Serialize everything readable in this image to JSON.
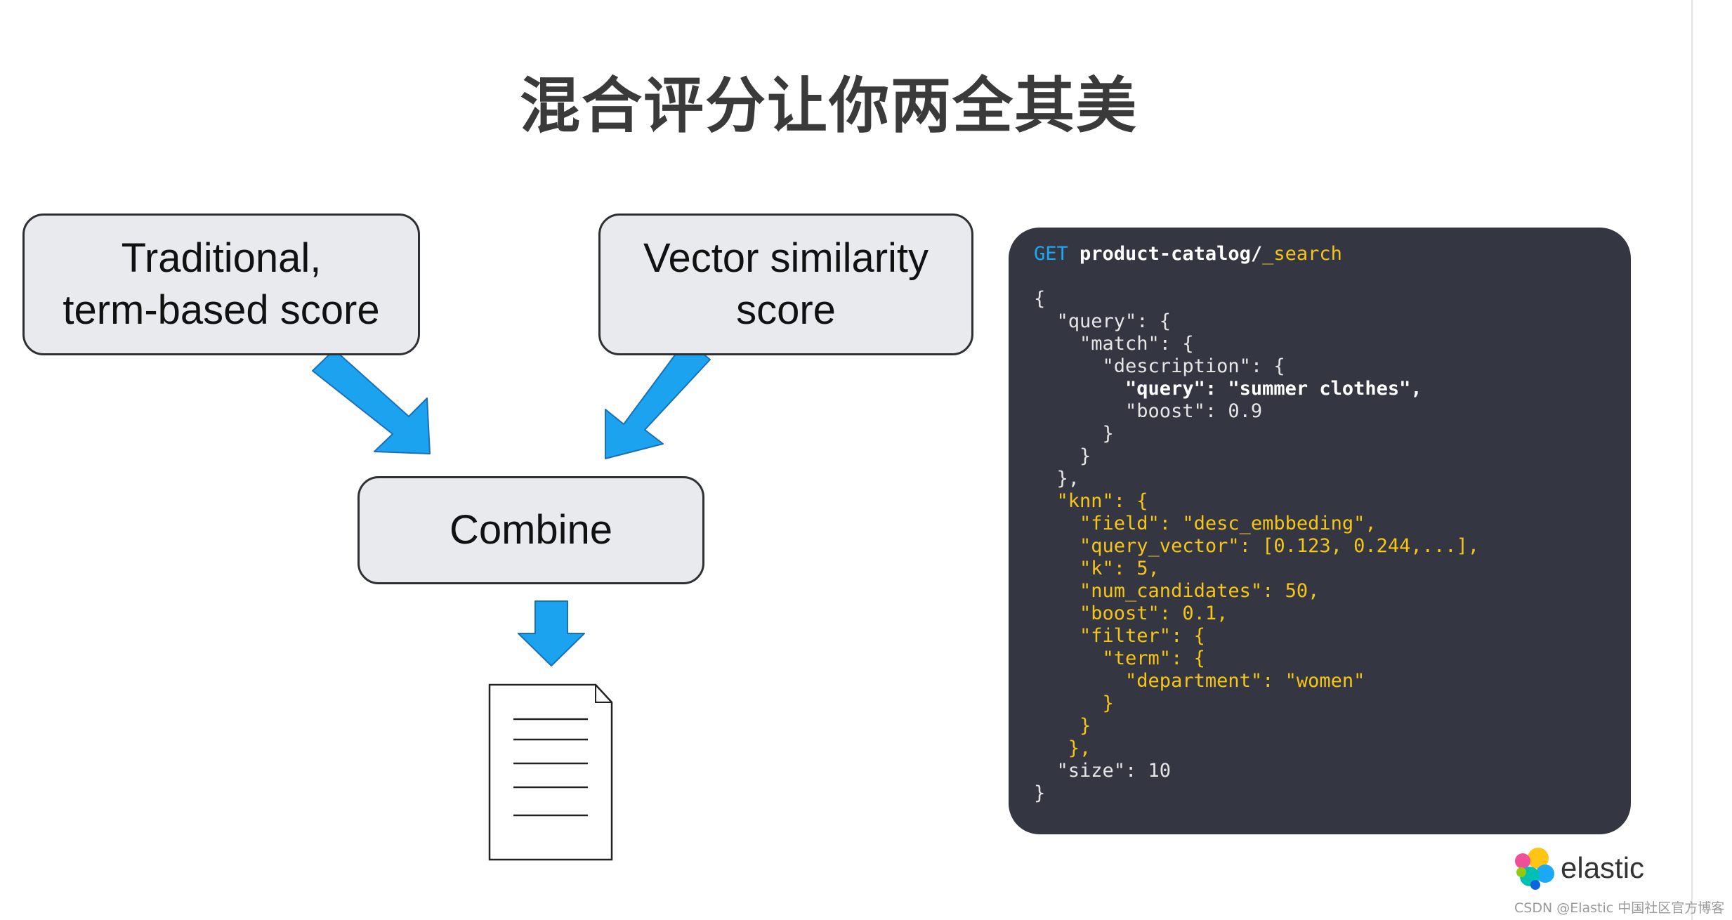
{
  "slide": {
    "title": "混合评分让你两全其美"
  },
  "diagram": {
    "box_traditional": {
      "lines": [
        "Traditional,",
        "term-based score"
      ]
    },
    "box_vector": {
      "lines": [
        "Vector similarity",
        "score"
      ]
    },
    "box_combine": {
      "label": "Combine"
    },
    "arrow_color": "#1ba3f0",
    "box_fill": "#e9eaee"
  },
  "code": {
    "lines": [
      [
        {
          "t": "GET ",
          "c": "blue"
        },
        {
          "t": "product-catalog/",
          "c": "bold"
        },
        {
          "t": "_search",
          "c": "yellow"
        }
      ],
      [
        {
          "t": "",
          "c": "default"
        }
      ],
      [
        {
          "t": "{",
          "c": "default"
        }
      ],
      [
        {
          "t": "  \"query\": {",
          "c": "default"
        }
      ],
      [
        {
          "t": "    \"match\": {",
          "c": "default"
        }
      ],
      [
        {
          "t": "      \"description\": {",
          "c": "default"
        }
      ],
      [
        {
          "t": "        \"query\": \"summer clothes\",",
          "c": "bold"
        }
      ],
      [
        {
          "t": "        \"boost\": 0.9",
          "c": "default"
        }
      ],
      [
        {
          "t": "      }",
          "c": "default"
        }
      ],
      [
        {
          "t": "    }",
          "c": "default"
        }
      ],
      [
        {
          "t": "  },",
          "c": "default"
        }
      ],
      [
        {
          "t": "  \"knn\": {",
          "c": "yellow"
        }
      ],
      [
        {
          "t": "    \"field\": \"desc_embbeding\",",
          "c": "yellow"
        }
      ],
      [
        {
          "t": "    \"query_vector\": [0.123, 0.244,...],",
          "c": "yellow"
        }
      ],
      [
        {
          "t": "    \"k\": 5,",
          "c": "yellow"
        }
      ],
      [
        {
          "t": "    \"num_candidates\": 50,",
          "c": "yellow"
        }
      ],
      [
        {
          "t": "    \"boost\": 0.1,",
          "c": "yellow"
        }
      ],
      [
        {
          "t": "    \"filter\": {",
          "c": "yellow"
        }
      ],
      [
        {
          "t": "      \"term\": {",
          "c": "yellow"
        }
      ],
      [
        {
          "t": "        \"department\": \"women\"",
          "c": "yellow"
        }
      ],
      [
        {
          "t": "      }",
          "c": "yellow"
        }
      ],
      [
        {
          "t": "    }",
          "c": "yellow"
        }
      ],
      [
        {
          "t": "   },",
          "c": "yellow"
        }
      ],
      [
        {
          "t": "  \"size\": 10",
          "c": "default"
        }
      ],
      [
        {
          "t": "}",
          "c": "default"
        }
      ]
    ],
    "colors": {
      "panel_bg": "#343741",
      "yellow": "#f5c518",
      "blue": "#1ba9f5",
      "default": "#e6e6e6"
    }
  },
  "brand": {
    "logo_text": "elastic",
    "logo_icon": "elastic-logo-icon",
    "watermark": "CSDN @Elastic 中国社区官方博客"
  }
}
